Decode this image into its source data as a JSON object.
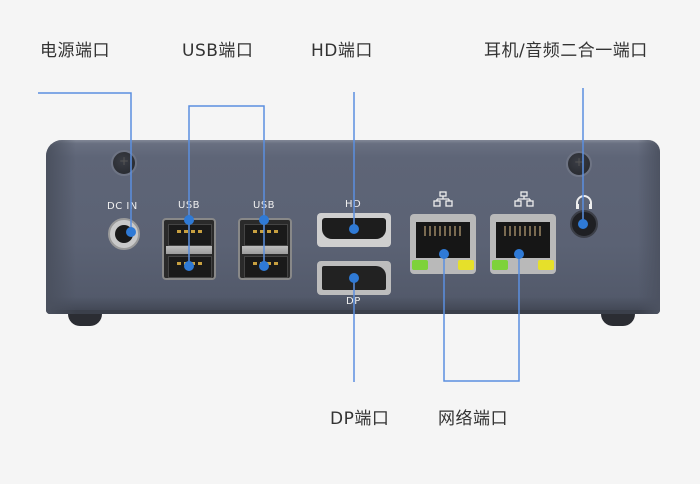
{
  "callouts": {
    "power": "电源端口",
    "usb": "USB端口",
    "hd": "HD端口",
    "audio": "耳机/音频二合一端口",
    "dp": "DP端口",
    "network": "网络端口"
  },
  "port_labels": {
    "dc_in": "DC IN",
    "usb_left": "USB",
    "usb_right": "USB",
    "hd": "HD",
    "dp": "DP"
  },
  "icons": {
    "network_left": "network-icon",
    "network_right": "network-icon",
    "headphone": "headphone-icon"
  },
  "colors": {
    "leader_line": "#5b8fe0",
    "marker_dot": "#2f7ad6",
    "case": "#5b6274",
    "led_green": "#7ed23a",
    "led_yellow": "#e6e02a"
  }
}
